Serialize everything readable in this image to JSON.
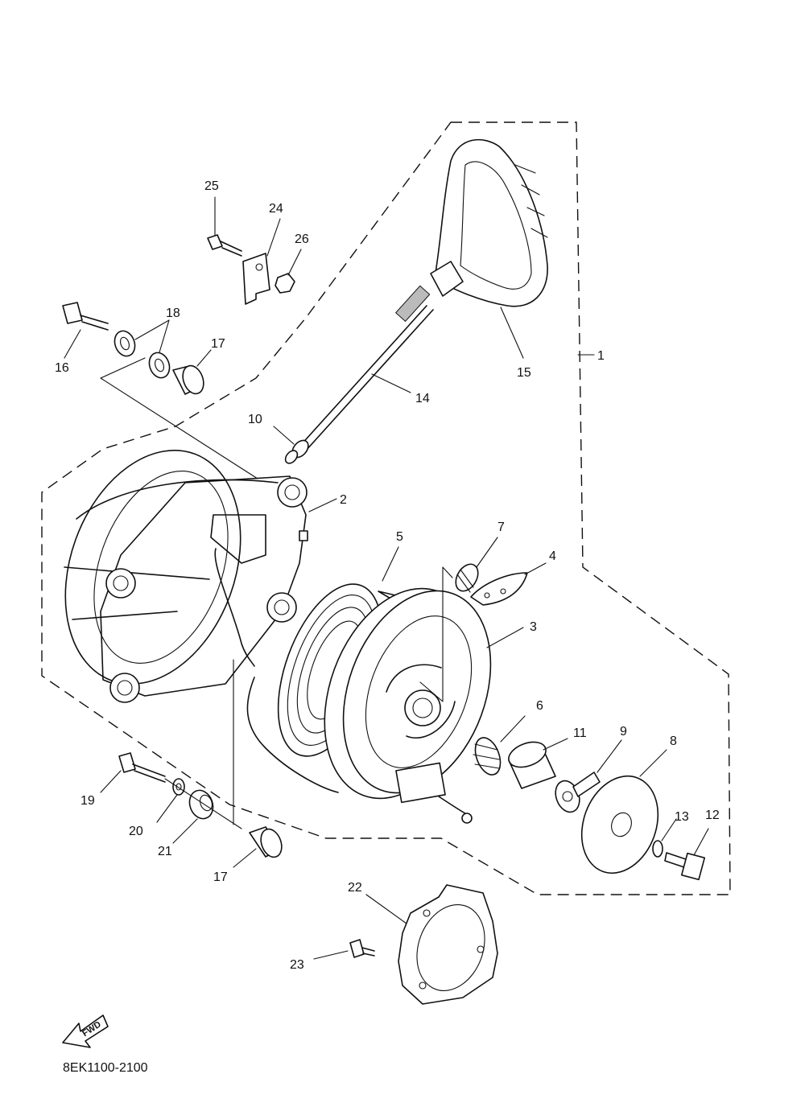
{
  "callouts": {
    "c1": "1",
    "c2": "2",
    "c3": "3",
    "c4": "4",
    "c5": "5",
    "c6": "6",
    "c7": "7",
    "c8": "8",
    "c9": "9",
    "c10": "10",
    "c11": "11",
    "c12": "12",
    "c13": "13",
    "c14": "14",
    "c15": "15",
    "c16": "16",
    "c17a": "17",
    "c17b": "17",
    "c18": "18",
    "c19": "19",
    "c20": "20",
    "c21": "21",
    "c22": "22",
    "c23": "23",
    "c24": "24",
    "c25": "25",
    "c26": "26"
  },
  "footer": {
    "direction_label": "FWD",
    "diagram_code": "8EK1100-2100"
  }
}
